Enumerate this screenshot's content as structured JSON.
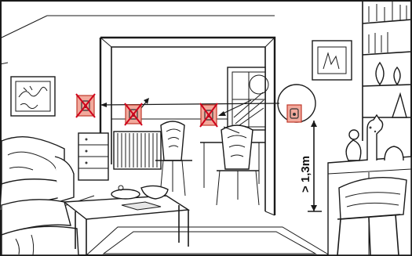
{
  "illustration": {
    "height_label": "> 1,3m",
    "icons": [
      {
        "name": "wrong-placement-near-window-icon",
        "status": "incorrect",
        "symbol": "thermostat"
      },
      {
        "name": "wrong-placement-above-radiator-icon",
        "status": "incorrect",
        "symbol": "thermostat"
      },
      {
        "name": "wrong-placement-outer-wall-icon",
        "status": "incorrect",
        "symbol": "thermostat"
      },
      {
        "name": "correct-placement-icon",
        "status": "correct",
        "symbol": "thermostat"
      }
    ],
    "colors": {
      "icon_fill": "#f2a99c",
      "icon_border": "#c0392b",
      "cross": "#d0021b",
      "line_art": "#1a1a1a"
    }
  }
}
